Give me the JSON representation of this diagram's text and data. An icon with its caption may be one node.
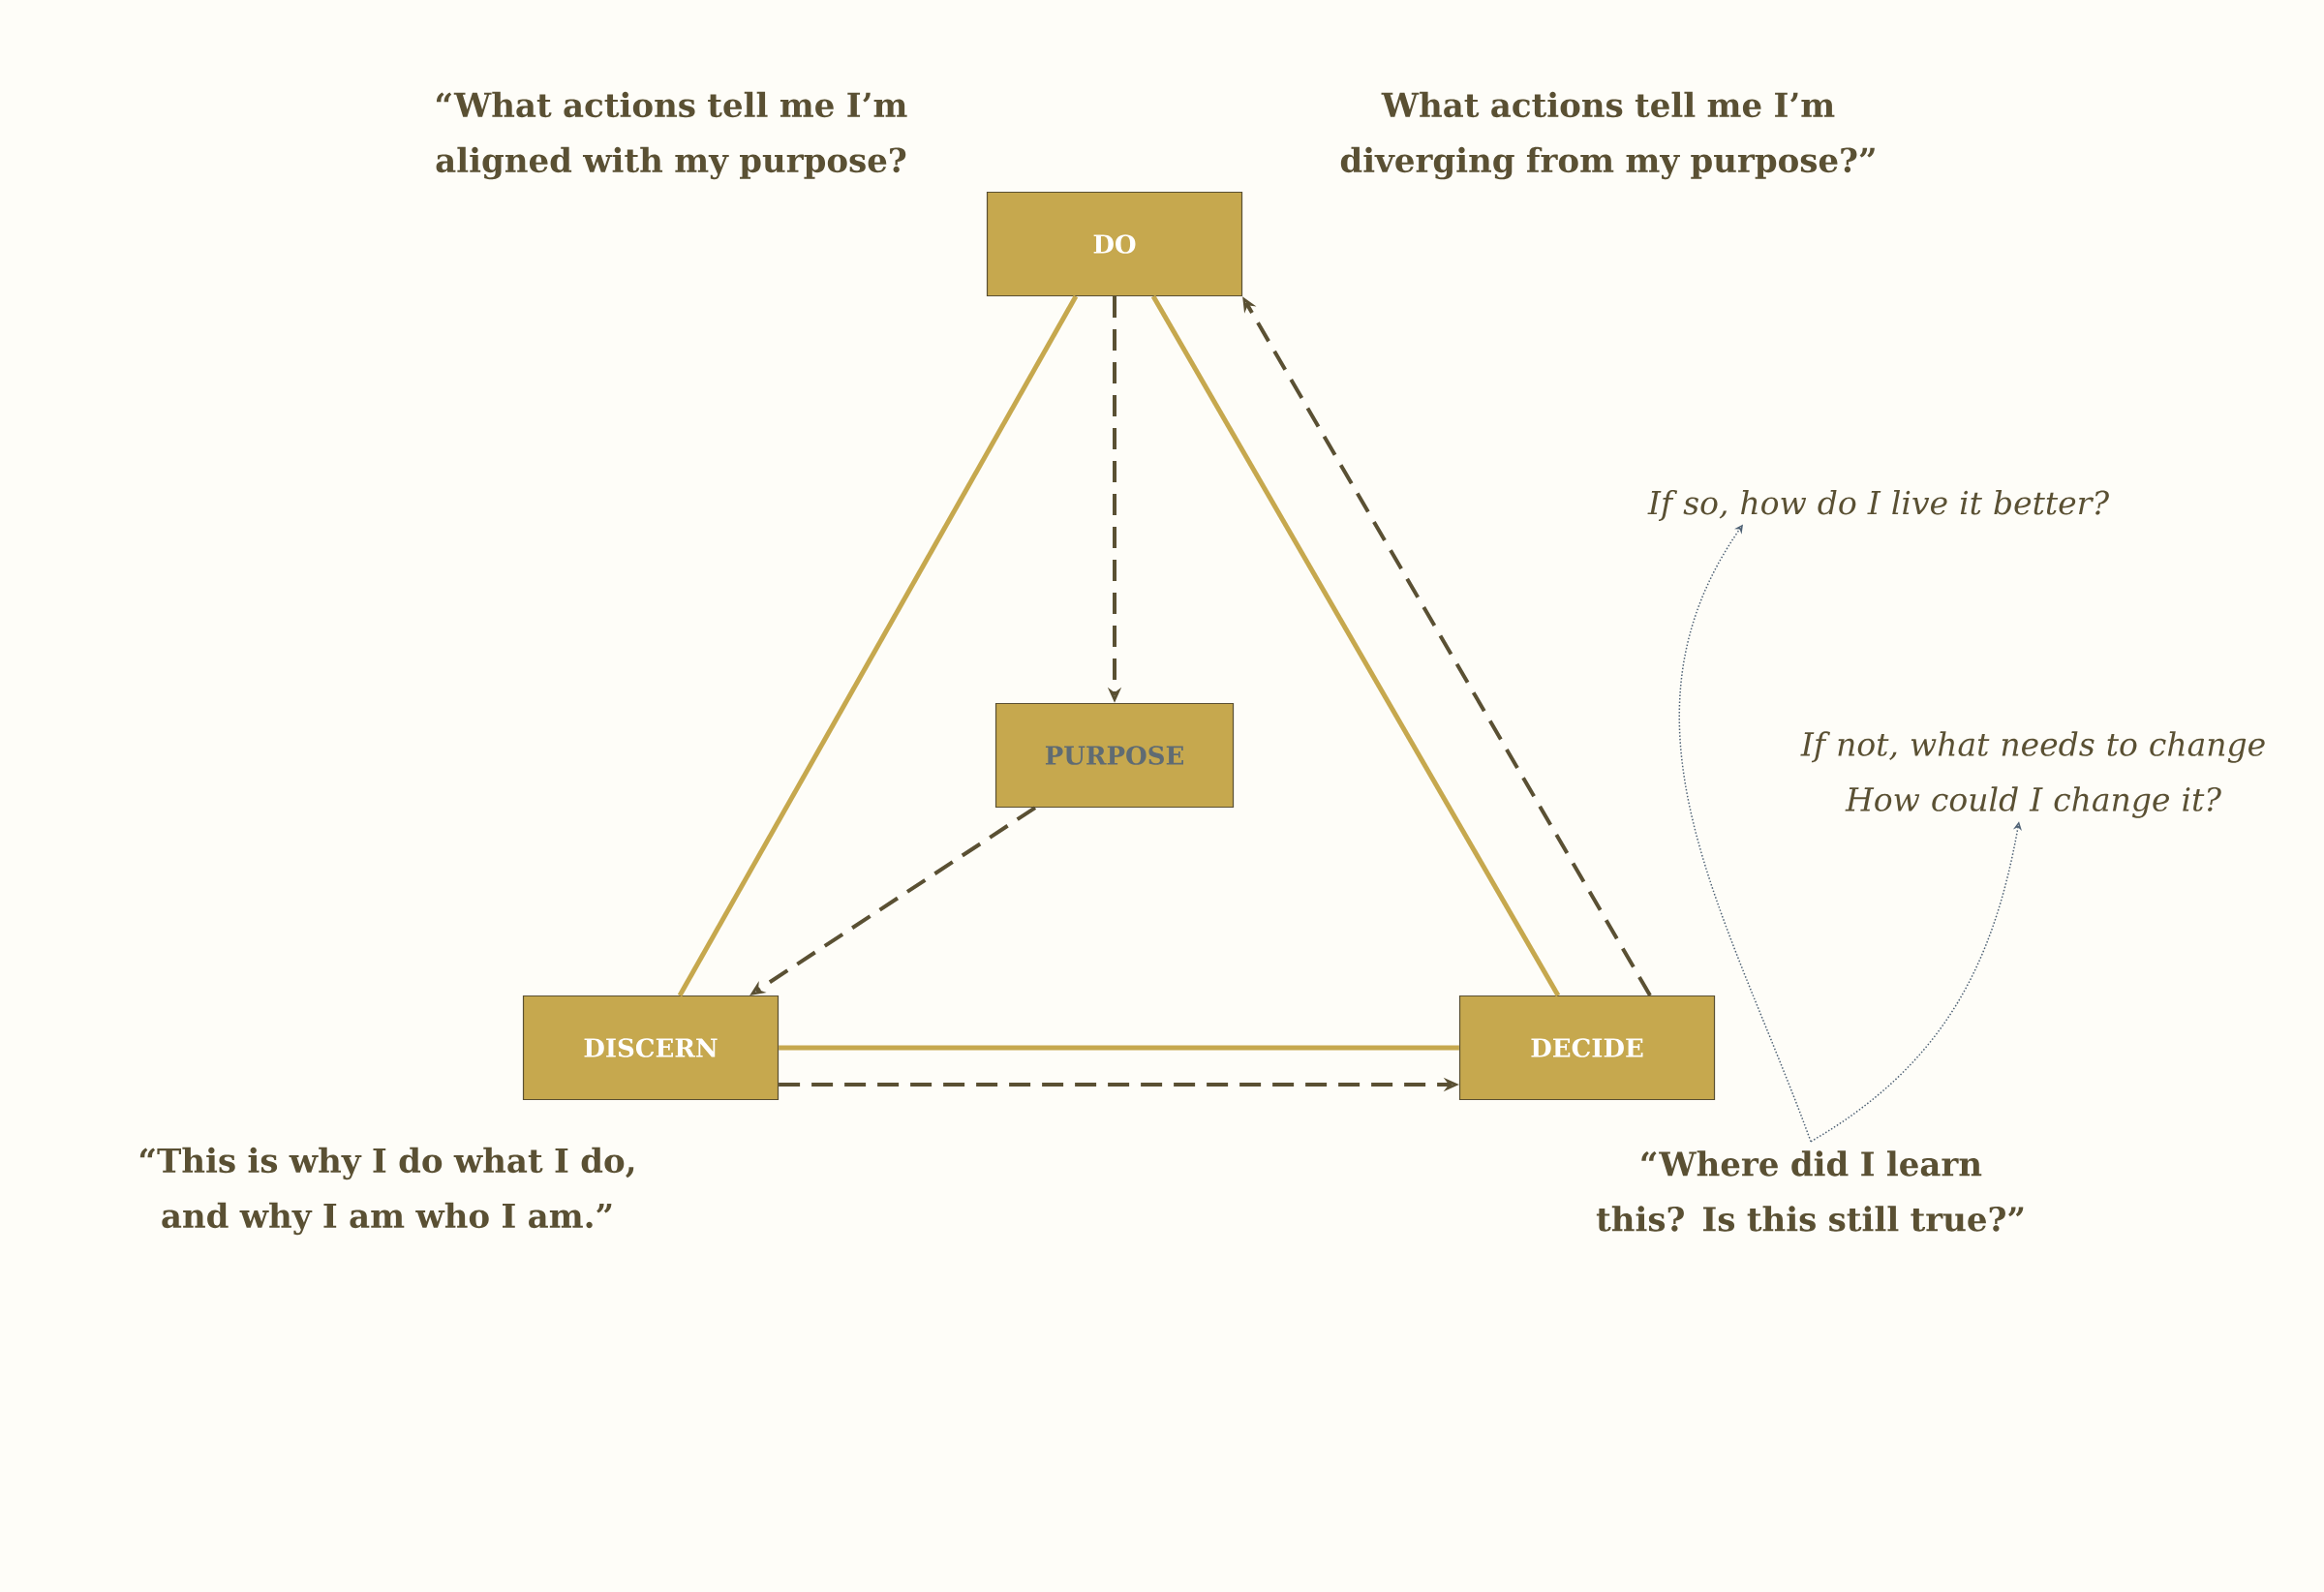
{
  "diagram": {
    "nodes": [
      {
        "text": [
          "DO"
        ]
      },
      {
        "text": [
          "If so, how do I live it better?"
        ]
      },
      {
        "text": [
          "PURPOSE"
        ]
      },
      {
        "text": [
          "If not, what needs to change How could I change it?"
        ]
      },
      {
        "text": [
          "DISCERN"
        ]
      },
      {
        "text": [
          "DECIDE"
        ]
      },
      {
        "text": [
          "“Where did I learn this? Is this still true?”"
        ]
      }
    ],
    "edges": [
      {
        "from": 0,
        "to": 4,
        "arrow": "none",
        "color": "#c6a84e"
      },
      {
        "from": 0,
        "to": 5,
        "arrow": "none",
        "color": "#c6a84e"
      },
      {
        "from": 4,
        "to": 5,
        "arrow": "none",
        "color": "#c6a84e"
      },
      {
        "from": 0,
        "to": 2,
        "arrow": "to",
        "style": "dashed"
      },
      {
        "from": 2,
        "to": 4,
        "arrow": "to",
        "style": "dashed"
      },
      {
        "from": 4,
        "to": 5,
        "arrow": "to",
        "style": "dashed"
      },
      {
        "from": 5,
        "to": 0,
        "arrow": "to",
        "style": "dashed"
      },
      {
        "from": 6,
        "to": 1,
        "arrow": "to",
        "style": "dashed",
        "color": "#4f6275"
      },
      {
        "from": 6,
        "to": 3,
        "arrow": "to",
        "style": "dashed",
        "color": "#4f6275"
      }
    ],
    "labels": [
      "“What actions tell me I’m aligned with my purpose?",
      "What actions tell me I’m diverging from my purpose?”",
      "“This is why I do what I do, and why I am who I am.”"
    ]
  }
}
